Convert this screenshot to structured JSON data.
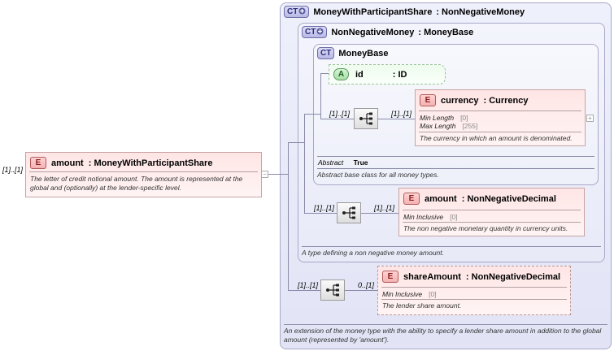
{
  "root_element": {
    "badge": "E",
    "name": "amount",
    "type": ": MoneyWithParticipantShare",
    "cardinality": "[1]..[1]",
    "doc": "The letter of credit notional amount. The amount is represented at the global and (optionally) at the lender-specific level.",
    "collapse_glyph": "−"
  },
  "ct_outer": {
    "badge": "CT",
    "name": "MoneyWithParticipantShare",
    "base": ": NonNegativeMoney",
    "doc": "An extension of the money type with the ability to specify a lender share amount in addition to the global amount (represented by 'amount')."
  },
  "ct_middle": {
    "badge": "CT",
    "name": "NonNegativeMoney",
    "base": ": MoneyBase",
    "doc": "A type defining a non negative money amount."
  },
  "ct_inner": {
    "badge": "CT",
    "name": "MoneyBase",
    "abstract_label": "Abstract",
    "abstract_value": "True",
    "doc": "Abstract base class for all money types."
  },
  "attr_id": {
    "badge": "A",
    "name": "id",
    "type": ": ID"
  },
  "el_currency": {
    "badge": "E",
    "name": "currency",
    "type": ": Currency",
    "facets": [
      {
        "label": "Min Length",
        "value": "[0]"
      },
      {
        "label": "Max Length",
        "value": "[255]"
      }
    ],
    "doc": "The currency in which an amount is denominated.",
    "seq_card": "[1]..[1]",
    "el_card": "[1]..[1]",
    "expand_glyph": "+"
  },
  "el_amount": {
    "badge": "E",
    "name": "amount",
    "type": ": NonNegativeDecimal",
    "facets": [
      {
        "label": "Min Inclusive",
        "value": "[0]"
      }
    ],
    "doc": "The non negative monetary quantity in currency units.",
    "seq_card": "[1]..[1]",
    "el_card": "[1]..[1]"
  },
  "el_share": {
    "badge": "E",
    "name": "shareAmount",
    "type": ": NonNegativeDecimal",
    "facets": [
      {
        "label": "Min Inclusive",
        "value": "[0]"
      }
    ],
    "doc": "The lender share amount.",
    "seq_card": "[1]..[1]",
    "el_card": "0..[1]"
  },
  "icons": {
    "sequence": "sequence-compositor-icon",
    "ct_badge_glyph": "plus-in-circle"
  }
}
